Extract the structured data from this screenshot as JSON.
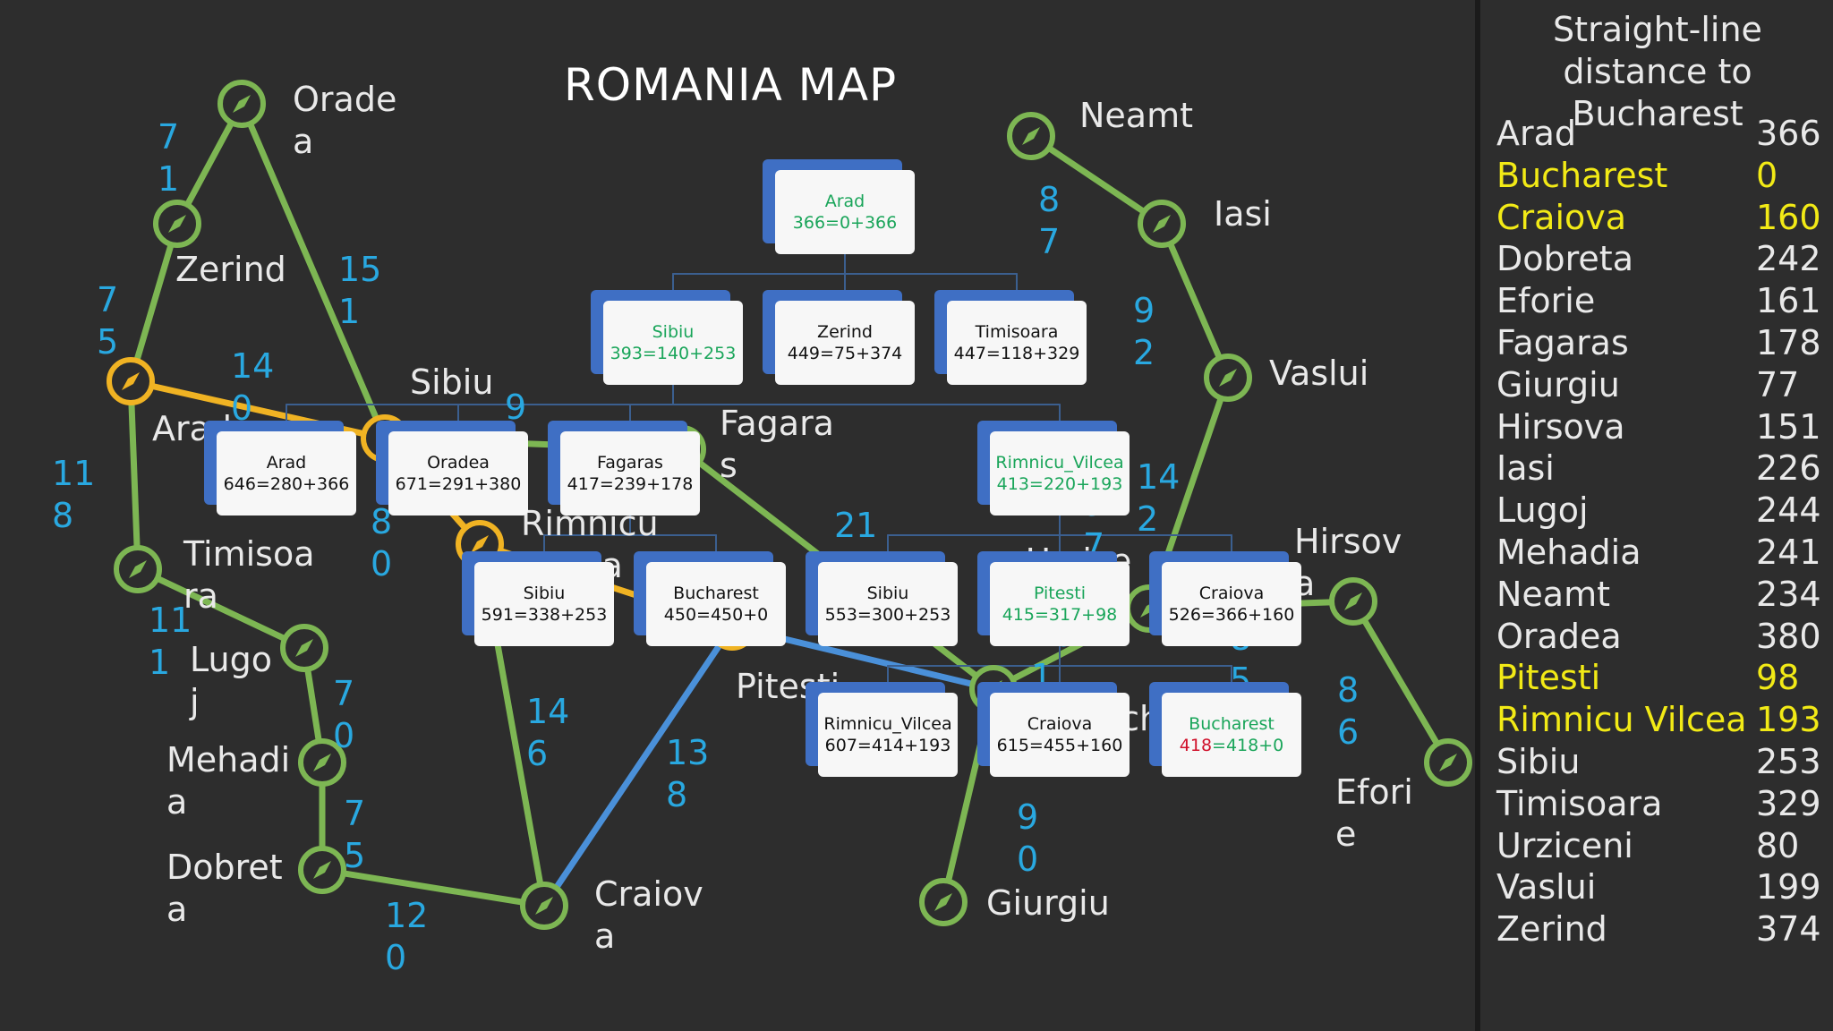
{
  "title": "ROMANIA MAP",
  "cities": [
    {
      "id": "oradea",
      "label": "Orade\na"
    },
    {
      "id": "zerind",
      "label": "Zerind"
    },
    {
      "id": "arad",
      "label": "Arad"
    },
    {
      "id": "timisoara",
      "label": "Timisoa\nra"
    },
    {
      "id": "lugoj",
      "label": "Lugo\nj"
    },
    {
      "id": "mehadia",
      "label": "Mehadi\na"
    },
    {
      "id": "dobreta",
      "label": "Dobret\na"
    },
    {
      "id": "craiova",
      "label": "Craiov\na"
    },
    {
      "id": "sibiu",
      "label": "Sibiu"
    },
    {
      "id": "rimnicu",
      "label": "Rimnicu\nVilcea"
    },
    {
      "id": "pitesti",
      "label": "Pitesti"
    },
    {
      "id": "fagaras",
      "label": "Fagara\ns"
    },
    {
      "id": "bucharest",
      "label": "Buchare\nst"
    },
    {
      "id": "giurgiu",
      "label": "Giurgiu"
    },
    {
      "id": "urziceni",
      "label": "Urzice"
    },
    {
      "id": "hirsova",
      "label": "Hirsov\na"
    },
    {
      "id": "eforie",
      "label": "Efori\ne"
    },
    {
      "id": "vaslui",
      "label": "Vaslui"
    },
    {
      "id": "iasi",
      "label": "Iasi"
    },
    {
      "id": "neamt",
      "label": "Neamt"
    }
  ],
  "distances": [
    {
      "id": "d-oradea-zerind",
      "label": "7\n1"
    },
    {
      "id": "d-zerind-arad",
      "label": "7\n5"
    },
    {
      "id": "d-oradea-sibiu",
      "label": "15\n1"
    },
    {
      "id": "d-arad-sibiu",
      "label": "14\n0"
    },
    {
      "id": "d-arad-timisoara",
      "label": "11\n8"
    },
    {
      "id": "d-timisoara-lugoj",
      "label": "11\n1"
    },
    {
      "id": "d-lugoj-mehadia",
      "label": "7\n0"
    },
    {
      "id": "d-mehadia-dobreta",
      "label": "7\n5"
    },
    {
      "id": "d-dobreta-craiova",
      "label": "12\n0"
    },
    {
      "id": "d-sibiu-fagaras",
      "label": "9\n9"
    },
    {
      "id": "d-sibiu-rimnicu",
      "label": "8\n0"
    },
    {
      "id": "d-rimnicu-craiova",
      "label": "14\n6"
    },
    {
      "id": "d-pitesti-craiova",
      "label": "13\n8"
    },
    {
      "id": "d-fagaras-bucharest",
      "label": "21"
    },
    {
      "id": "d-rimnicu-pitesti",
      "label": "9\n7"
    },
    {
      "id": "d-pitesti-bucharest",
      "label": "10\n1"
    },
    {
      "id": "d-bucharest-giurgiu",
      "label": "9\n0"
    },
    {
      "id": "d-bucharest-urziceni",
      "label": "8\n5"
    },
    {
      "id": "d-urziceni-hirsova",
      "label": "9\n8"
    },
    {
      "id": "d-hirsova-eforie",
      "label": "8\n6"
    },
    {
      "id": "d-urziceni-vaslui",
      "label": "14\n2"
    },
    {
      "id": "d-vaslui-iasi",
      "label": "9\n2"
    },
    {
      "id": "d-iasi-neamt",
      "label": "8\n7"
    }
  ],
  "tree_nodes": [
    {
      "id": "root-arad",
      "line1": "Arad",
      "line2": "366=0+366",
      "green": true
    },
    {
      "id": "l1-sibiu",
      "line1": "Sibiu",
      "line2": "393=140+253",
      "green": true
    },
    {
      "id": "l1-zerind",
      "line1": "Zerind",
      "line2": "449=75+374",
      "green": false
    },
    {
      "id": "l1-timisoara",
      "line1": "Timisoara",
      "line2": "447=118+329",
      "green": false
    },
    {
      "id": "l2-arad",
      "line1": "Arad",
      "line2": "646=280+366",
      "green": false
    },
    {
      "id": "l2-oradea",
      "line1": "Oradea",
      "line2": "671=291+380",
      "green": false
    },
    {
      "id": "l2-fagaras",
      "line1": "Fagaras",
      "line2": "417=239+178",
      "green": false
    },
    {
      "id": "l2-rimnicu",
      "line1": "Rimnicu_Vilcea",
      "line2": "413=220+193",
      "green": true
    },
    {
      "id": "l3-sibiu-a",
      "line1": "Sibiu",
      "line2": "591=338+253",
      "green": false
    },
    {
      "id": "l3-bucharest",
      "line1": "Bucharest",
      "line2": "450=450+0",
      "green": false
    },
    {
      "id": "l3-sibiu-b",
      "line1": "Sibiu",
      "line2": "553=300+253",
      "green": false
    },
    {
      "id": "l3-pitesti",
      "line1": "Pitesti",
      "line2": "415=317+98",
      "green": true
    },
    {
      "id": "l3-craiova",
      "line1": "Craiova",
      "line2": "526=366+160",
      "green": false
    },
    {
      "id": "l4-rimnicu",
      "line1": "Rimnicu_Vilcea",
      "line2": "607=414+193",
      "green": false
    },
    {
      "id": "l4-craiova",
      "line1": "Craiova",
      "line2": "615=455+160",
      "green": false
    },
    {
      "id": "l4-bucharest",
      "line1": "Bucharest",
      "line2_red": "418",
      "line2_rest": "=418+0",
      "green": true
    }
  ],
  "heuristic": {
    "title": "Straight-line distance to Bucharest",
    "rows": [
      {
        "name": "Arad",
        "value": "366",
        "highlight": false
      },
      {
        "name": "Bucharest",
        "value": "0",
        "highlight": true
      },
      {
        "name": "Craiova",
        "value": "160",
        "highlight": true
      },
      {
        "name": "Dobreta",
        "value": "242",
        "highlight": false
      },
      {
        "name": "Eforie",
        "value": "161",
        "highlight": false
      },
      {
        "name": "Fagaras",
        "value": "178",
        "highlight": false
      },
      {
        "name": "Giurgiu",
        "value": "77",
        "highlight": false
      },
      {
        "name": "Hirsova",
        "value": "151",
        "highlight": false
      },
      {
        "name": "Iasi",
        "value": "226",
        "highlight": false
      },
      {
        "name": "Lugoj",
        "value": "244",
        "highlight": false
      },
      {
        "name": "Mehadia",
        "value": "241",
        "highlight": false
      },
      {
        "name": "Neamt",
        "value": "234",
        "highlight": false
      },
      {
        "name": "Oradea",
        "value": "380",
        "highlight": false
      },
      {
        "name": "Pitesti",
        "value": "98",
        "highlight": true
      },
      {
        "name": "Rimnicu Vilcea",
        "value": "193",
        "highlight": true
      },
      {
        "name": "Sibiu",
        "value": "253",
        "highlight": false
      },
      {
        "name": "Timisoara",
        "value": "329",
        "highlight": false
      },
      {
        "name": "Urziceni",
        "value": "80",
        "highlight": false
      },
      {
        "name": "Vaslui",
        "value": "199",
        "highlight": false
      },
      {
        "name": "Zerind",
        "value": "374",
        "highlight": false
      }
    ]
  },
  "colors": {
    "road": "#7db653",
    "path": "#f0b323",
    "route": "#4a90d9",
    "distance": "#29a8e0",
    "highlight": "#f2ea16",
    "text": "#e9e9e9"
  }
}
